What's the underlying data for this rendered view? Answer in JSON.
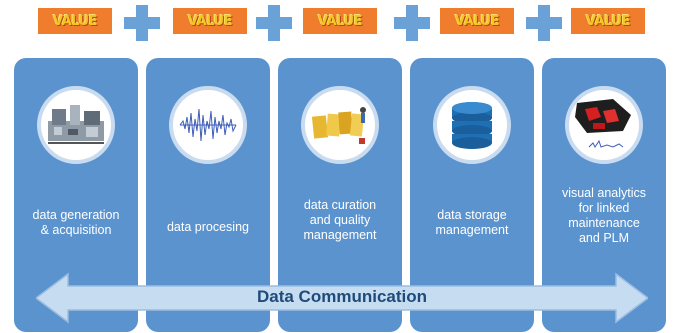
{
  "value_label": "VALUE",
  "panels": [
    {
      "label_lines": [
        "data generation",
        "& acquisition"
      ],
      "icon": "machinery-icon"
    },
    {
      "label_lines": [
        "data procesing"
      ],
      "icon": "signal-waveform-icon"
    },
    {
      "label_lines": [
        "data curation",
        "and quality",
        "management"
      ],
      "icon": "data-letters-icon"
    },
    {
      "label_lines": [
        "data storage",
        "management"
      ],
      "icon": "database-icon"
    },
    {
      "label_lines": [
        "visual analytics",
        "for linked",
        "maintenance",
        "and PLM"
      ],
      "icon": "3d-model-icon"
    }
  ],
  "arrow_label": "Data Communication",
  "colors": {
    "panel": "#5b93cf",
    "value_box": "#f07c2d",
    "value_text": "#f4c623",
    "plus": "#6aa2d8",
    "arrow": "#c6dcf0"
  }
}
